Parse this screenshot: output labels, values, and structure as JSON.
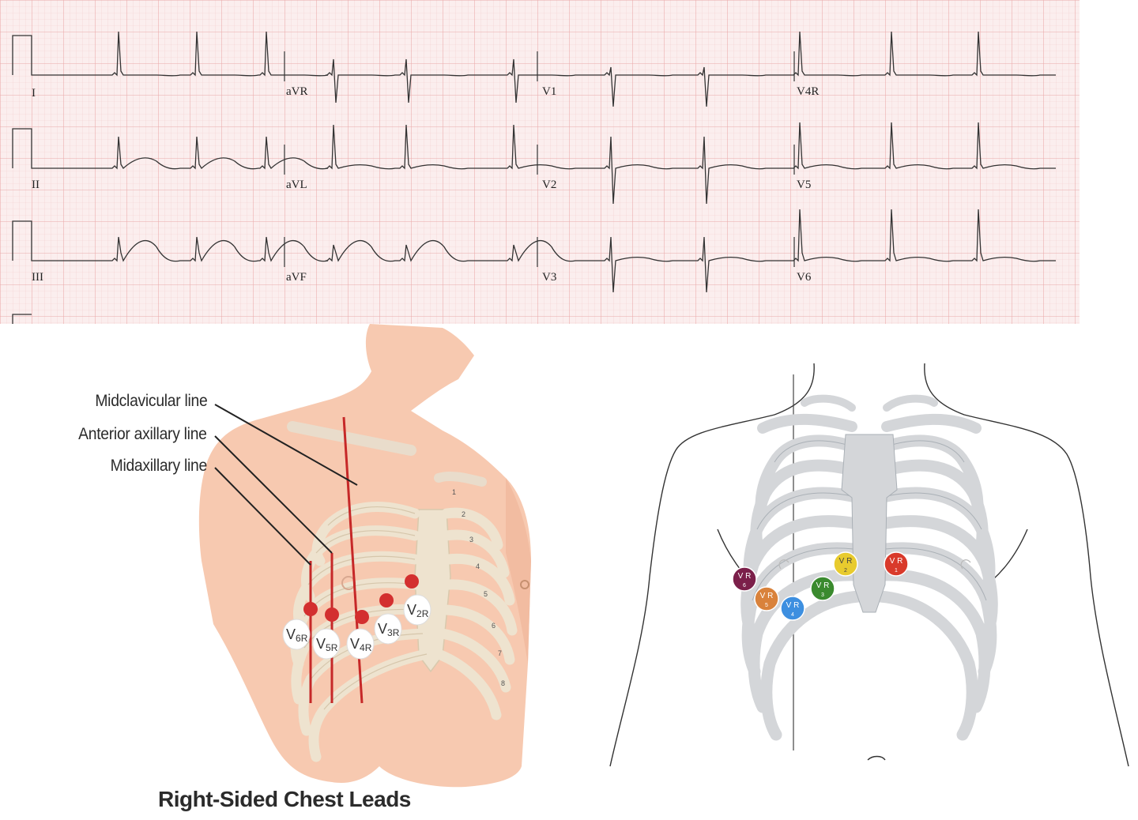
{
  "ecg": {
    "leads": [
      "I",
      "aVR",
      "V1",
      "V4R",
      "II",
      "aVL",
      "V2",
      "V5",
      "III",
      "aVF",
      "V3",
      "V6"
    ],
    "grid_color": "#f0b8b8",
    "paper_color": "#fbecec",
    "trace_color": "#333333"
  },
  "right_chest_diagram": {
    "lines": [
      "Midclavicular line",
      "Anterior axillary line",
      "Midaxillary line"
    ],
    "electrodes": [
      {
        "main": "V",
        "sub": "6R"
      },
      {
        "main": "V",
        "sub": "5R"
      },
      {
        "main": "V",
        "sub": "4R"
      },
      {
        "main": "V",
        "sub": "3R"
      },
      {
        "main": "V",
        "sub": "2R"
      }
    ],
    "rib_numbers": [
      "1",
      "2",
      "3",
      "4",
      "5",
      "6",
      "7",
      "8"
    ],
    "title": "Right-Sided Chest Leads",
    "electrode_color": "#d32f2f",
    "line_color": "#c62828",
    "skin_color": "#f7c9b0"
  },
  "thorax_diagram": {
    "electrodes": [
      {
        "label": "V R",
        "sub": "6",
        "color": "#7b1f4a"
      },
      {
        "label": "V R",
        "sub": "5",
        "color": "#d9823b"
      },
      {
        "label": "V R",
        "sub": "4",
        "color": "#3d8fe0"
      },
      {
        "label": "V R",
        "sub": "3",
        "color": "#3a8a2e"
      },
      {
        "label": "V R",
        "sub": "2",
        "color": "#e8cb2e"
      },
      {
        "label": "V R",
        "sub": "1",
        "color": "#d93a2b"
      }
    ],
    "bone_color": "#d4d6d9"
  }
}
